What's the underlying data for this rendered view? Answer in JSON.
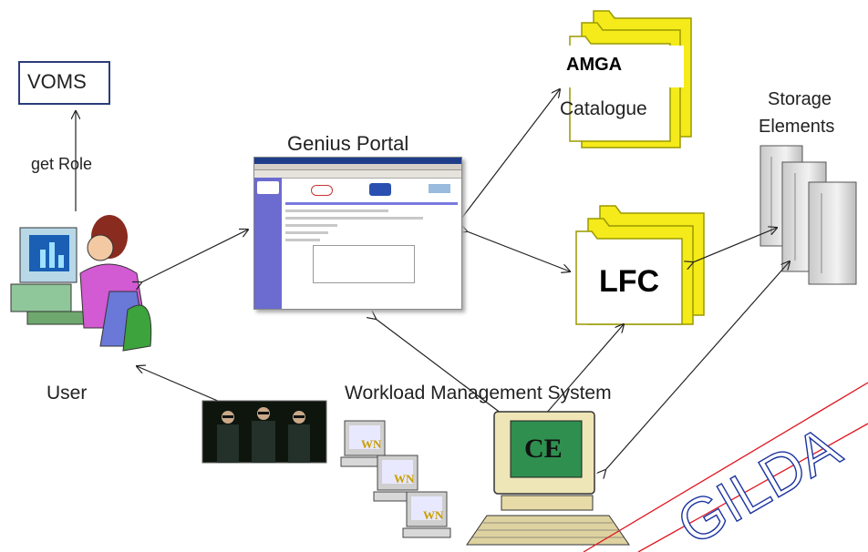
{
  "labels": {
    "voms": "VOMS",
    "get_role": "get Role",
    "genius_portal": "Genius Portal",
    "user": "User",
    "amga": "AMGA",
    "catalogue": "Catalogue",
    "storage_elements_line1": "Storage",
    "storage_elements_line2": "Elements",
    "lfc": "LFC",
    "wms": "Workload Management System",
    "ce": "CE",
    "wn": "WN",
    "watermark": "GILDA"
  },
  "colors": {
    "folder_yellow": "#f5ea1a",
    "folder_edge": "#9a9a00",
    "voms_border": "#2b3d7a",
    "portal_sidebar": "#6b6bd0",
    "watermark_red": "#e0141e",
    "ce_screen": "#2f8f4f"
  }
}
